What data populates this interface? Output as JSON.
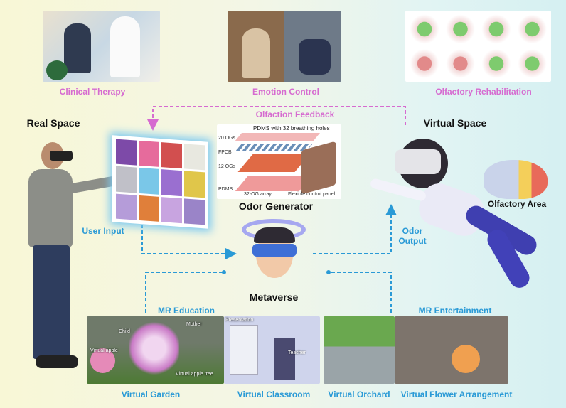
{
  "top": {
    "clinical_therapy": "Clinical Therapy",
    "emotion_control": "Emotion Control",
    "olfactory_rehabilitation": "Olfactory Rehabilitation"
  },
  "olfaction_feedback": "Olfaction Feedback",
  "real_space": "Real Space",
  "virtual_space": "Virtual Space",
  "user_input": "User Input",
  "odor_output": "Odor Output",
  "olfactory_area": "Olfactory Area",
  "metaverse": "Metaverse",
  "odor_generator": {
    "title": "Odor Generator",
    "layers": {
      "top": "PDMS with 32 breathing holes",
      "og20": "20 OGs",
      "fpcb": "FPCB",
      "og12": "12 OGs",
      "pdms": "PDMS",
      "array": "32-OG array",
      "panel": "Flexible control panel"
    }
  },
  "mr_education": "MR Education",
  "mr_entertainment": "MR Entertainment",
  "garden_tags": {
    "child": "Child",
    "mother": "Mother",
    "apple": "Virtual apple",
    "tree": "Virtual apple tree"
  },
  "classroom_tags": {
    "presentation": "Presentation",
    "teacher": "Teacher"
  },
  "bottom": {
    "garden": "Virtual Garden",
    "classroom": "Virtual Classroom",
    "orchard": "Virtual Orchard",
    "flower": "Virtual Flower Arrangement"
  },
  "colors": {
    "pink": "#d66bd0",
    "blue": "#2a9ad6"
  }
}
